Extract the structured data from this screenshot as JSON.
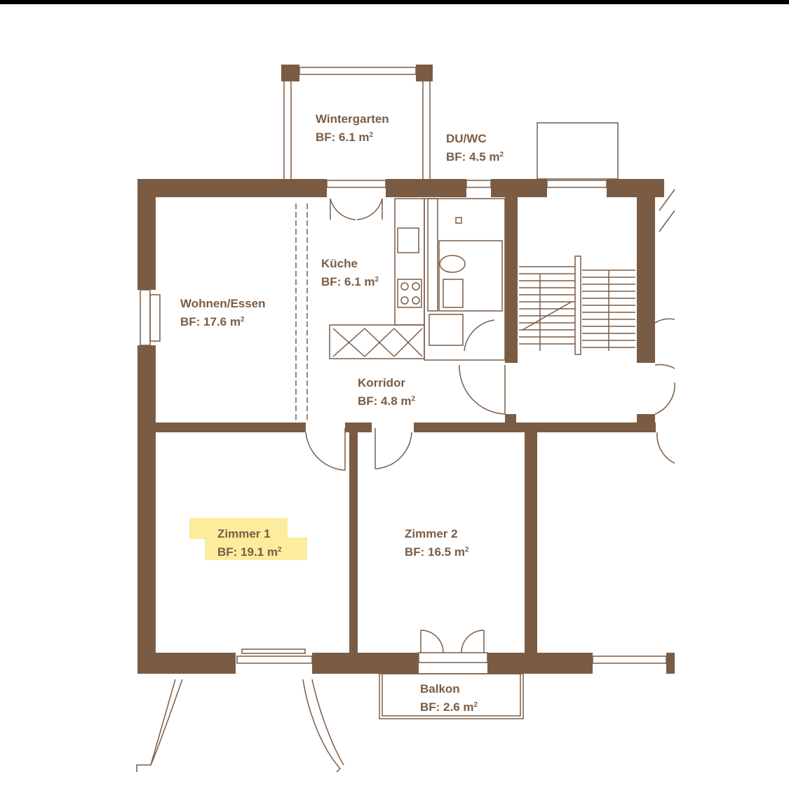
{
  "colors": {
    "wall": "#7a5c45",
    "highlight": "#fbe98c",
    "line": "#7a5c45"
  },
  "rooms": {
    "wintergarten": {
      "name": "Wintergarten",
      "area": "BF: 6.1 m",
      "unit_sup": "2"
    },
    "duwc": {
      "name": "DU/WC",
      "area": "BF: 4.5 m",
      "unit_sup": "2"
    },
    "kueche": {
      "name": "Küche",
      "area": "BF: 6.1 m",
      "unit_sup": "2"
    },
    "wohnen": {
      "name": "Wohnen/Essen",
      "area": "BF: 17.6 m",
      "unit_sup": "2"
    },
    "korridor": {
      "name": "Korridor",
      "area": "BF: 4.8 m",
      "unit_sup": "2"
    },
    "zimmer1": {
      "name": "Zimmer 1",
      "area": "BF: 19.1 m",
      "unit_sup": "2"
    },
    "zimmer2": {
      "name": "Zimmer 2",
      "area": "BF: 16.5 m",
      "unit_sup": "2"
    },
    "balkon": {
      "name": "Balkon",
      "area": "BF: 2.6 m",
      "unit_sup": "2"
    }
  }
}
